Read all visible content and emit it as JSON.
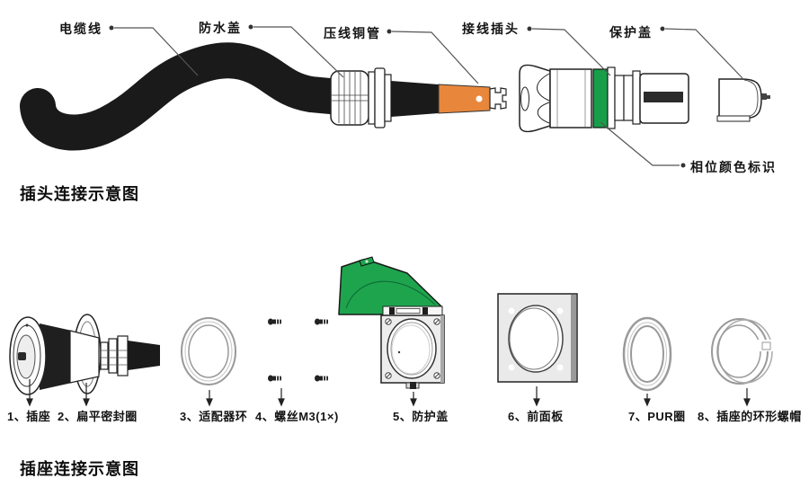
{
  "colors": {
    "copper_tube": "#e8873c",
    "phase_band": "#189e4a",
    "cover_green": "#1fa44e"
  },
  "plug_diagram": {
    "title": "插头连接示意图",
    "labels": {
      "cable": "电缆线",
      "waterproof_cover": "防水盖",
      "crimp_copper_tube": "压线铜管",
      "wiring_plug": "接线插头",
      "protective_cap": "保护盖",
      "phase_color_mark": "相位颜色标识"
    }
  },
  "socket_diagram": {
    "title": "插座连接示意图",
    "parts": [
      "1、插座",
      "2、扁平密封圈",
      "3、适配器环",
      "4、螺丝M3(1×)",
      "5、防护盖",
      "6、前面板",
      "7、PUR圈",
      "8、插座的环形螺帽"
    ]
  }
}
